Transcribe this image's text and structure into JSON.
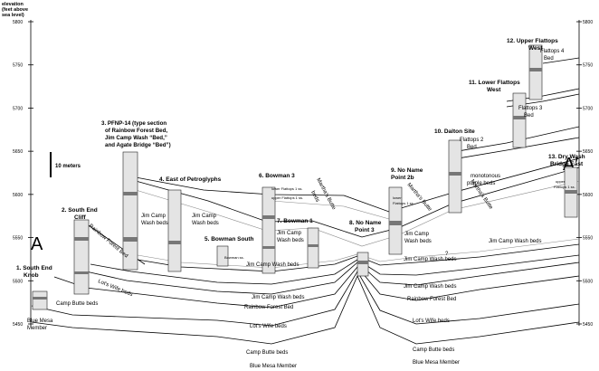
{
  "axes": {
    "left_title": [
      "elevation",
      "(feet above",
      "sea level)"
    ],
    "left_ticks": [
      "5800",
      "5750",
      "5700",
      "5650",
      "5600",
      "5550",
      "5500",
      "5450"
    ],
    "right_ticks": [
      "5800",
      "5750",
      "5700",
      "5650",
      "5600",
      "5550",
      "5500",
      "5450"
    ]
  },
  "scale_bar": "10 meters",
  "endpoints": {
    "start": "A",
    "end": "A′"
  },
  "sections": {
    "s1": [
      "1. South End",
      "Knob"
    ],
    "s2": [
      "2. South End",
      "Cliff"
    ],
    "s3": [
      "3. PFNP-14 (type section",
      "of Rainbow Forest Bed,",
      "Jim Camp Wash “Bed,”",
      "and Agate Bridge “Bed”)"
    ],
    "s4": [
      "4. East of Petroglyphs"
    ],
    "s5": [
      "5. Bowman South"
    ],
    "s6": [
      "6. Bowman 3"
    ],
    "s7": [
      "7. Bowman 1"
    ],
    "s8": [
      "8. No Name",
      "Point 3"
    ],
    "s9": [
      "9. No Name",
      "Point 2b"
    ],
    "s10": [
      "10. Dalton Site"
    ],
    "s11": [
      "11. Lower Flattops",
      "West"
    ],
    "s12": [
      "12. Upper Flattops",
      "West"
    ],
    "s13": [
      "13. Dry Wash",
      "Bridge East"
    ]
  },
  "units": {
    "camp_butte_left": "Camp Butte beds",
    "blue_mesa_left": [
      "Blue Mesa",
      "Member"
    ],
    "lots_wife_upper": "Lot's Wife beds",
    "rainbow_forest_diag": "Rainbow Forest Bed",
    "jim_camp_3": [
      "Jim Camp",
      "Wash beds"
    ],
    "jim_camp_4": [
      "Jim Camp",
      "Wash beds"
    ],
    "jim_camp_6": [
      "Jim Camp",
      "Wash beds"
    ],
    "jim_camp_9": [
      "Jim Camp",
      "Wash beds"
    ],
    "jim_camp_right": "Jim Camp Wash beds",
    "jim_camp_low_1": "Jim Camp Wash beds",
    "jim_camp_low_2": "Jim Camp Wash beds",
    "jim_camp_low_3": "Jim Camp Wash beds",
    "jim_camp_low_4": "Jim Camp Wash beds",
    "rainbow_forest_low": "Rainbow Forest Bed",
    "rainbow_forest_low_r": "Rainbow Forest Bed",
    "lots_wife_low": "Lot's Wife beds",
    "lots_wife_low_r": "Lot's Wife beds",
    "camp_butte_low": "Camp Butte beds",
    "camp_butte_low_r": "Camp Butte beds",
    "blue_mesa_low": "Blue Mesa Member",
    "blue_mesa_low_r": "Blue Mesa Member",
    "marthas_butte_1": [
      "Martha's Butte",
      "beds"
    ],
    "marthas_butte_2": "Martha's Butte",
    "marthas_butte_3": "Martha's Butte",
    "monotonous": [
      "monotonous",
      "purple beds"
    ],
    "flattops_2": [
      "Flattops 2",
      "Bed"
    ],
    "flattops_3": [
      "Flattops 3",
      "Bed"
    ],
    "flattops_4": [
      "Flattops 4",
      "Bed"
    ],
    "lower_flattops": "lower Flattops 1 ss.",
    "upper_flattops": "upper Flattops 1 ss.",
    "lower_flattops_9": [
      "lower",
      "Flattops 1 ss."
    ],
    "upper_flattops_13": [
      "upper",
      "Flattops 1 ss."
    ],
    "bowman_ss": "Bowman ss.",
    "question": "?"
  }
}
